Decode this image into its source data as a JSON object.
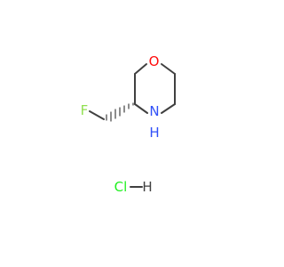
{
  "molecule": {
    "atoms": [
      {
        "id": "O",
        "symbol": "O",
        "color": "#ff0d0d"
      },
      {
        "id": "N",
        "symbol": "N",
        "color": "#3050f8"
      },
      {
        "id": "H_on_N",
        "symbol": "H",
        "color": "#3050f8"
      },
      {
        "id": "F",
        "symbol": "F",
        "color": "#90e050"
      }
    ],
    "salt": {
      "cl_symbol": "Cl",
      "cl_color": "#1ff01f",
      "h_symbol": "H",
      "h_color": "#404040"
    },
    "bond_color": "#404040"
  }
}
